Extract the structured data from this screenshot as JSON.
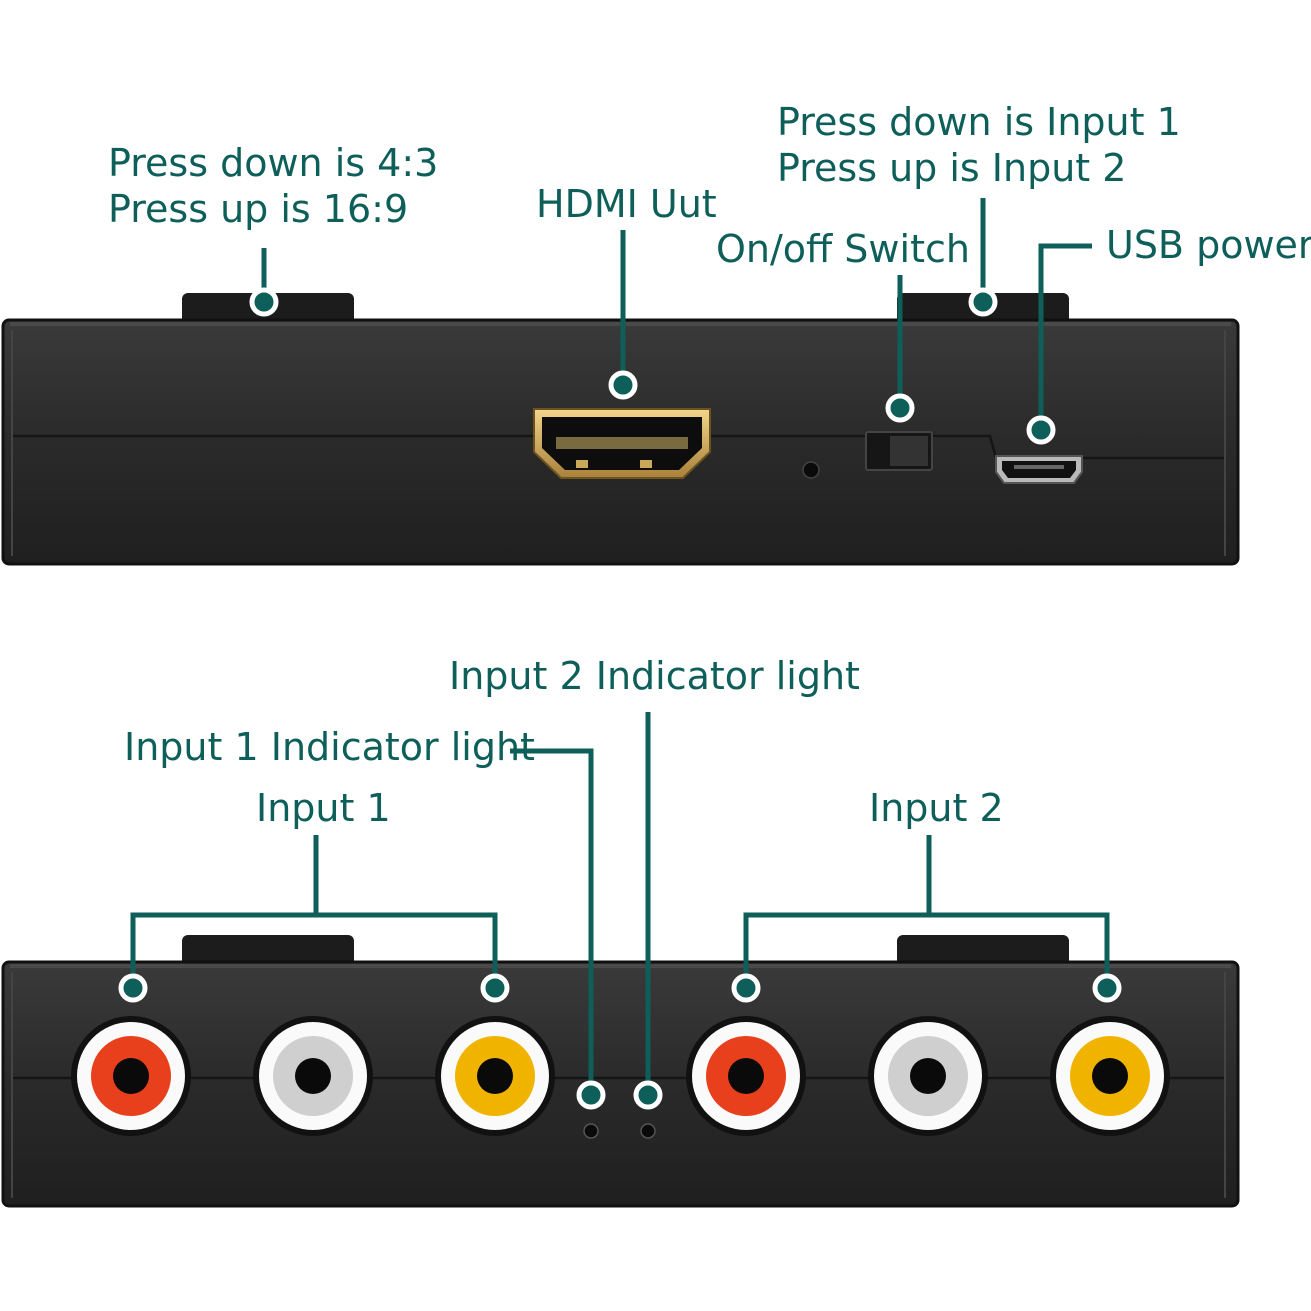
{
  "colors": {
    "annotation": "#0e5f5a",
    "device_body": "#2a2a2a",
    "rca_red": "#e8401c",
    "rca_white": "#cfcfcf",
    "rca_yellow": "#f0b400",
    "hdmi_gold": "#d8b060"
  },
  "labels": {
    "aspect_line1": "Press down is 4:3",
    "aspect_line2": "Press up is 16:9",
    "hdmi_out": "HDMI Uut",
    "input_line1": "Press down is Input 1",
    "input_line2": "Press up is Input 2",
    "on_off_switch": "On/off Switch",
    "usb_power": "USB power",
    "input2_indicator": "Input 2 Indicator light",
    "input1_indicator": "Input 1 Indicator light",
    "input1": "Input 1",
    "input2": "Input 2"
  }
}
